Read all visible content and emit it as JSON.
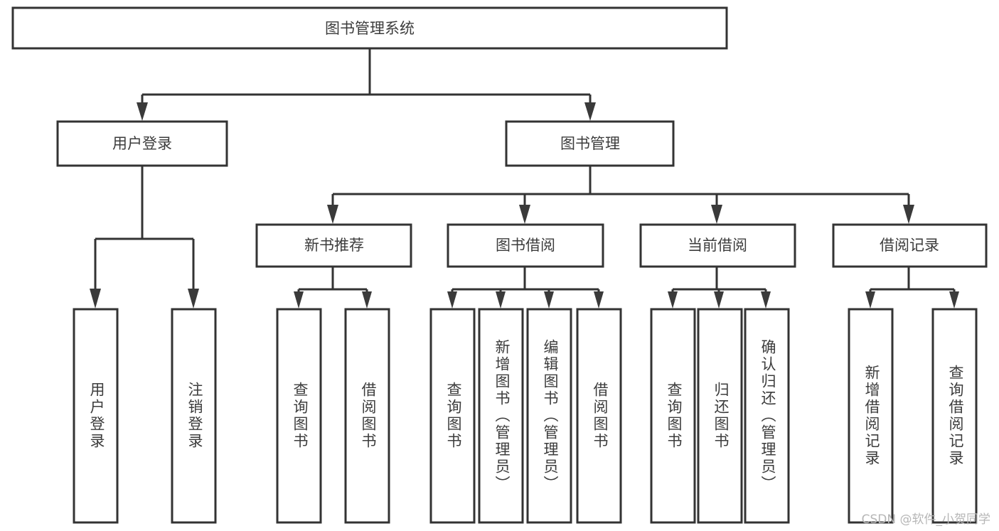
{
  "diagram": {
    "title": "图书管理系统",
    "type": "tree-hierarchy",
    "root": {
      "label": "图书管理系统"
    },
    "level1": [
      {
        "label": "用户登录"
      },
      {
        "label": "图书管理"
      }
    ],
    "level2": [
      {
        "label": "新书推荐",
        "parent": "图书管理"
      },
      {
        "label": "图书借阅",
        "parent": "图书管理"
      },
      {
        "label": "当前借阅",
        "parent": "图书管理"
      },
      {
        "label": "借阅记录",
        "parent": "图书管理"
      }
    ],
    "leaves": {
      "user_login": [
        {
          "label": "用户登录"
        },
        {
          "label": "注销登录"
        }
      ],
      "new_book_recommend": [
        {
          "label": "查询图书"
        },
        {
          "label": "借阅图书"
        }
      ],
      "book_borrow": [
        {
          "label": "查询图书"
        },
        {
          "label": "新增图书（管理员）"
        },
        {
          "label": "编辑图书（管理员）"
        },
        {
          "label": "借阅图书"
        }
      ],
      "current_borrow": [
        {
          "label": "查询图书"
        },
        {
          "label": "归还图书"
        },
        {
          "label": "确认归还（管理员）"
        }
      ],
      "borrow_record": [
        {
          "label": "新增借阅记录"
        },
        {
          "label": "查询借阅记录"
        }
      ]
    }
  },
  "watermark": {
    "text": "CSDN @软件_小贺同学"
  },
  "colors": {
    "stroke": "#333333",
    "text": "#3c3c3c",
    "background": "#ffffff",
    "watermark": "#b6b6b6"
  }
}
